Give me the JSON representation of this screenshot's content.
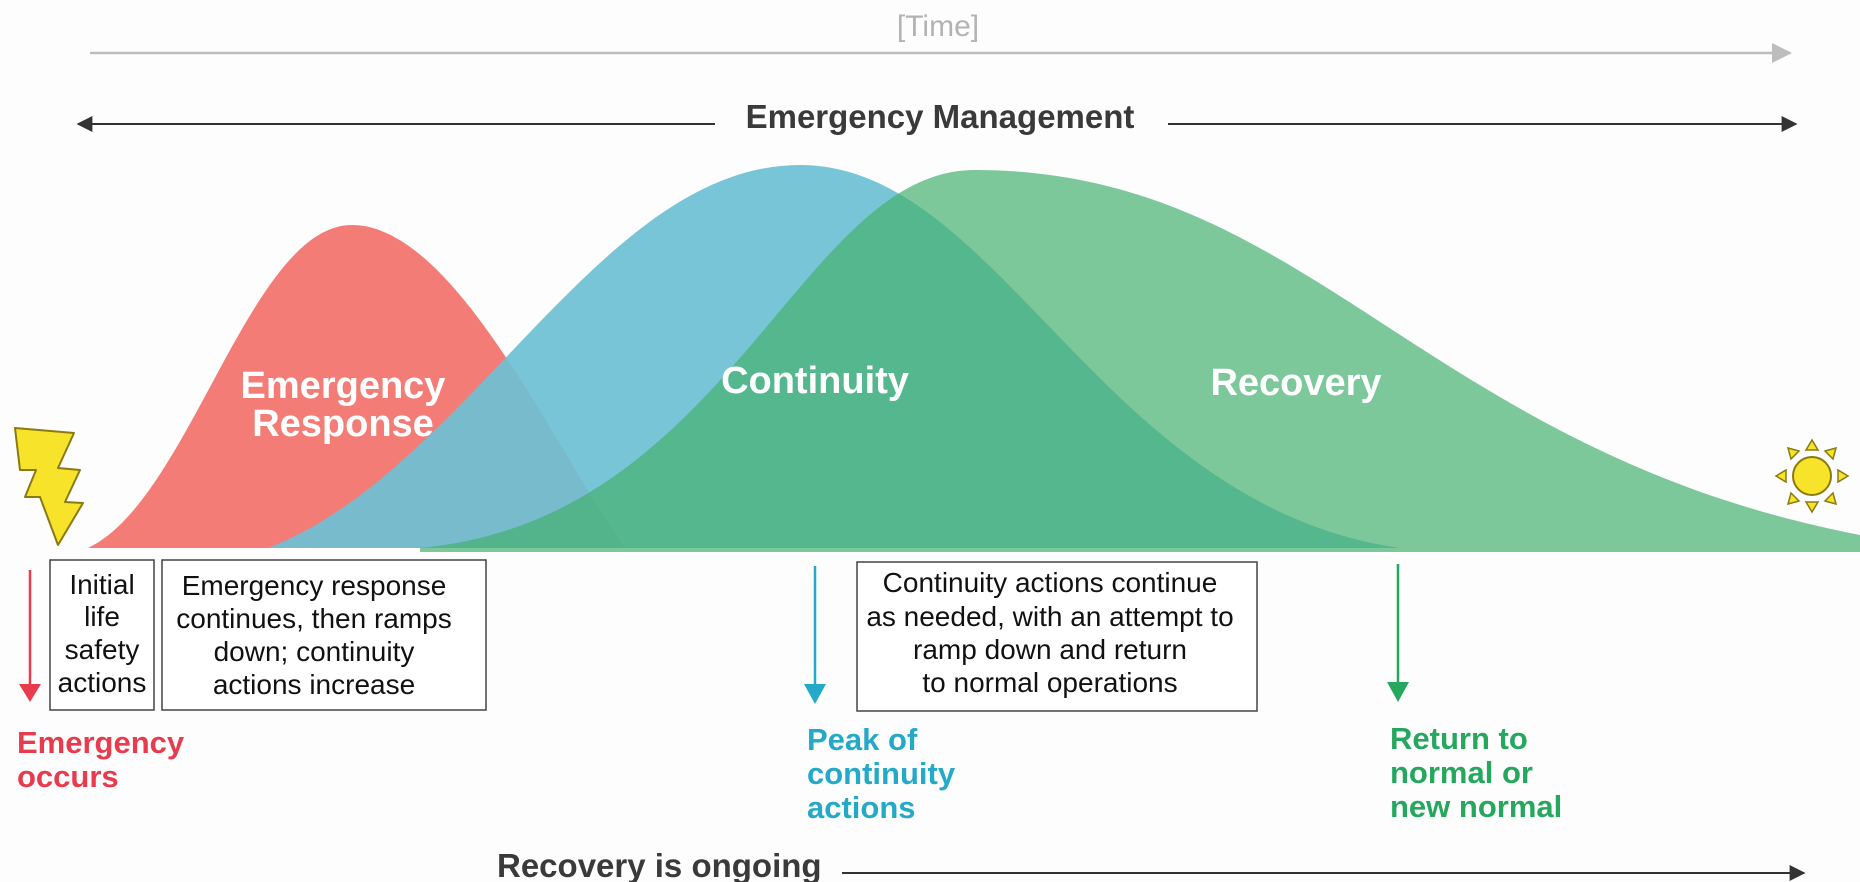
{
  "time_label": "[Time]",
  "management_label": "Emergency Management",
  "phases": {
    "emergency_response": [
      "Emergency",
      "Response"
    ],
    "continuity": "Continuity",
    "recovery": "Recovery"
  },
  "notes": {
    "initial": [
      "Initial",
      "life",
      "safety",
      "actions"
    ],
    "response": [
      "Emergency response",
      "continues, then ramps",
      "down; continuity",
      "actions increase"
    ],
    "continuity": [
      "Continuity actions continue",
      "as needed, with an attempt to",
      "ramp down and return",
      "to normal operations"
    ]
  },
  "milestones": {
    "emergency": [
      "Emergency",
      "occurs"
    ],
    "peak": [
      "Peak of",
      "continuity",
      "actions"
    ],
    "return": [
      "Return to",
      "normal or",
      "new normal"
    ]
  },
  "ongoing_label": "Recovery is ongoing",
  "icons": {
    "start": "lightning-bolt-icon",
    "end": "sun-icon"
  },
  "colors": {
    "emergency_response": "#f2766f",
    "continuity": "#6cc0d4",
    "recovery": "#6ec38f",
    "emergency_text": "#e83b4e",
    "peak_text": "#25a9c8",
    "return_text": "#26a75e",
    "time_arrow": "#bdbdbd",
    "dark_arrow": "#333333"
  }
}
